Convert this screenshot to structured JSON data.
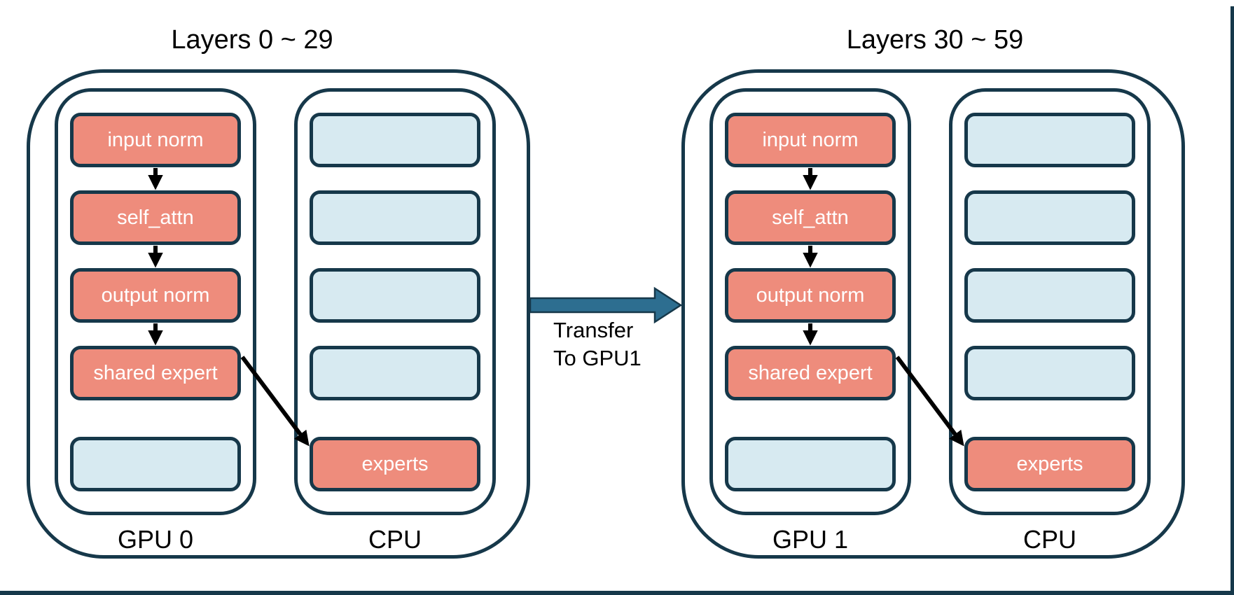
{
  "colors": {
    "navy": "#16384A",
    "module_fill": "#EE8C7C",
    "empty_fill": "#D7EAF1",
    "transfer_fill": "#2D6E90",
    "box_text": "#FFFFFF",
    "text": "#000000",
    "background": "#FFFFFF"
  },
  "transfer": {
    "line1": "Transfer",
    "line2": "To GPU1"
  },
  "groups": [
    {
      "title": "Layers 0 ~ 29",
      "device_left_label": "GPU 0",
      "device_right_label": "CPU",
      "gpu_boxes": [
        {
          "label": "input norm",
          "kind": "module"
        },
        {
          "label": "self_attn",
          "kind": "module"
        },
        {
          "label": "output norm",
          "kind": "module"
        },
        {
          "label": "shared expert",
          "kind": "module"
        },
        {
          "label": "",
          "kind": "empty"
        }
      ],
      "cpu_boxes": [
        {
          "label": "",
          "kind": "empty"
        },
        {
          "label": "",
          "kind": "empty"
        },
        {
          "label": "",
          "kind": "empty"
        },
        {
          "label": "",
          "kind": "empty"
        },
        {
          "label": "experts",
          "kind": "module"
        }
      ]
    },
    {
      "title": "Layers 30 ~ 59",
      "device_left_label": "GPU 1",
      "device_right_label": "CPU",
      "gpu_boxes": [
        {
          "label": "input norm",
          "kind": "module"
        },
        {
          "label": "self_attn",
          "kind": "module"
        },
        {
          "label": "output norm",
          "kind": "module"
        },
        {
          "label": "shared expert",
          "kind": "module"
        },
        {
          "label": "",
          "kind": "empty"
        }
      ],
      "cpu_boxes": [
        {
          "label": "",
          "kind": "empty"
        },
        {
          "label": "",
          "kind": "empty"
        },
        {
          "label": "",
          "kind": "empty"
        },
        {
          "label": "",
          "kind": "empty"
        },
        {
          "label": "experts",
          "kind": "module"
        }
      ]
    }
  ]
}
